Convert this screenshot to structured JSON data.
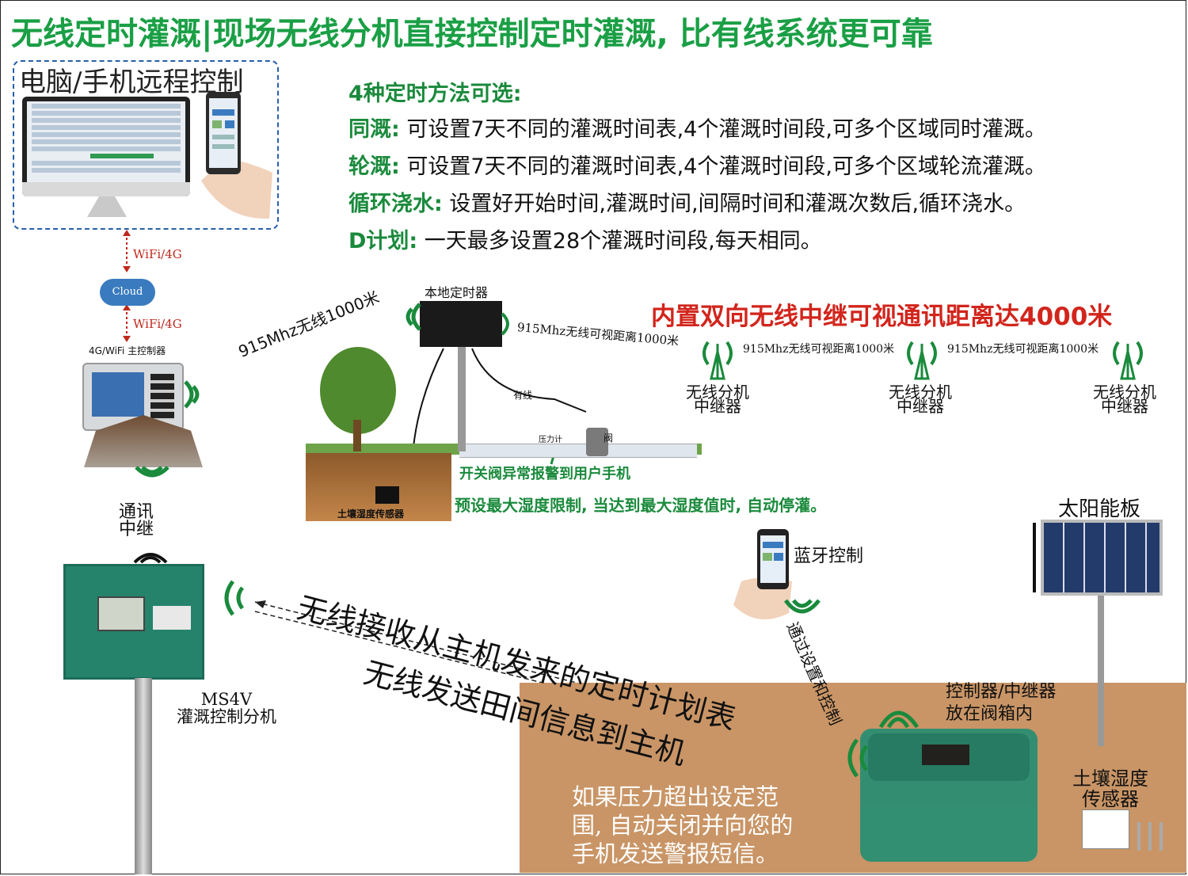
{
  "header": {
    "title_main": "无线定时灌溉",
    "title_sep": "|",
    "title_rest": "现场无线分机直接控制定时灌溉, 比有线系统更可靠"
  },
  "remote": {
    "label": "电脑/手机远程控制"
  },
  "links": {
    "wifi_top": "WiFi/4G",
    "cloud": "Cloud",
    "wifi_bottom": "WiFi/4G",
    "main_controller": "4G/WiFi 主控制器"
  },
  "methods": {
    "heading": "4种定时方法可选:",
    "items": [
      {
        "key": "同溉:",
        "text": " 可设置7天不同的灌溉时间表,4个灌溉时间段,可多个区域同时灌溉。"
      },
      {
        "key": "轮溉:",
        "text": " 可设置7天不同的灌溉时间表,4个灌溉时间段,可多个区域轮流灌溉。"
      },
      {
        "key": "循环浇水:",
        "text": " 设置好开始时间,灌溉时间,间隔时间和灌溉次数后,循环浇水。"
      },
      {
        "key": "D计划:",
        "text": " 一天最多设置28个灌溉时间段,每天相同。"
      }
    ]
  },
  "field": {
    "local_timer": "本地定时器",
    "wireless_1000": "915Mhz无线1000米",
    "wireless_visible": "915Mhz无线可视距离1000米",
    "wired": "有线",
    "pressure_gauge": "压力计",
    "valve": "阀",
    "soil_sensor": "土壤湿度传感器",
    "alarm": "开关阀异常报警到用户手机",
    "humidity_limit": "预设最大湿度限制, 当达到最大湿度值时, 自动停灌。"
  },
  "relay_chain": {
    "headline": "内置双向无线中继可视通讯距离达4000米",
    "link_label_1": "915Mhz无线可视距离1000米",
    "link_label_2": "915Mhz无线可视距离1000米",
    "relays": [
      {
        "line1": "无线分机",
        "line2": "中继器"
      },
      {
        "line1": "无线分机",
        "line2": "中继器"
      },
      {
        "line1": "无线分机",
        "line2": "中继器"
      }
    ]
  },
  "relay_station": {
    "line1": "通讯",
    "line2": "中继"
  },
  "substation": {
    "model": "MS4V",
    "name": "灌溉控制分机"
  },
  "diagonal": {
    "receive": "无线接收从主机发来的定时计划表",
    "send": "无线发送田间信息到主机"
  },
  "bluetooth": {
    "label": "蓝牙控制",
    "setup": "通过设置和控制"
  },
  "solar": {
    "label": "太阳能板"
  },
  "valve_box": {
    "line1": "控制器/中继器",
    "line2": "放在阀箱内"
  },
  "soil_sensor_2": {
    "line1": "土壤湿度",
    "line2": "传感器"
  },
  "pressure_note": {
    "line1": "如果压力超出设定范",
    "line2": "围, 自动关闭并向您的",
    "line3": "手机发送警报短信。"
  },
  "colors": {
    "title_green": "#1a9f45",
    "headline_red": "#d2251c",
    "link_red": "#c0281c",
    "box_blue": "#2a5ea8",
    "soil_brown": "#c99566"
  }
}
